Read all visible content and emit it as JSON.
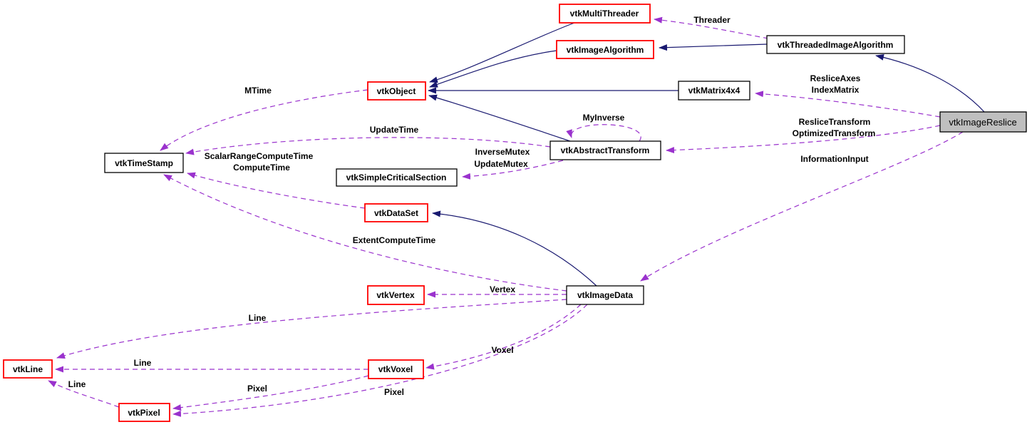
{
  "diagram": {
    "type": "collaboration-graph",
    "colors": {
      "inheritance_edge": "#191970",
      "usage_edge": "#9a32cd",
      "red_node_border": "#ff0000",
      "black_node_border": "#000000",
      "focal_node_fill": "#bfbfbf",
      "node_fill": "#ffffff"
    },
    "nodes": {
      "multithreader": {
        "label": "vtkMultiThreader"
      },
      "imagealgorithm": {
        "label": "vtkImageAlgorithm"
      },
      "threadedimagealgorithm": {
        "label": "vtkThreadedImageAlgorithm"
      },
      "object": {
        "label": "vtkObject"
      },
      "matrix4x4": {
        "label": "vtkMatrix4x4"
      },
      "imagereslice": {
        "label": "vtkImageReslice"
      },
      "timestamp": {
        "label": "vtkTimeStamp"
      },
      "abstracttransform": {
        "label": "vtkAbstractTransform"
      },
      "simplecriticalsection": {
        "label": "vtkSimpleCriticalSection"
      },
      "dataset": {
        "label": "vtkDataSet"
      },
      "vertex": {
        "label": "vtkVertex"
      },
      "imagedata": {
        "label": "vtkImageData"
      },
      "line": {
        "label": "vtkLine"
      },
      "voxel": {
        "label": "vtkVoxel"
      },
      "pixel": {
        "label": "vtkPixel"
      }
    },
    "edge_labels": {
      "threader": "Threader",
      "mtime": "MTime",
      "update_time": "UpdateTime",
      "scalar_range_compute_time": "ScalarRangeComputeTime",
      "compute_time": "ComputeTime",
      "my_inverse": "MyInverse",
      "inverse_mutex": "InverseMutex",
      "update_mutex": "UpdateMutex",
      "reslice_axes": "ResliceAxes",
      "index_matrix": "IndexMatrix",
      "reslice_transform": "ResliceTransform",
      "optimized_transform": "OptimizedTransform",
      "information_input": "InformationInput",
      "extent_compute_time": "ExtentComputeTime",
      "vertex": "Vertex",
      "line_from_imagedata": "Line",
      "line_from_voxel": "Line",
      "line_from_pixel": "Line",
      "voxel": "Voxel",
      "pixel_from_voxel": "Pixel",
      "pixel_from_imagedata": "Pixel"
    }
  }
}
